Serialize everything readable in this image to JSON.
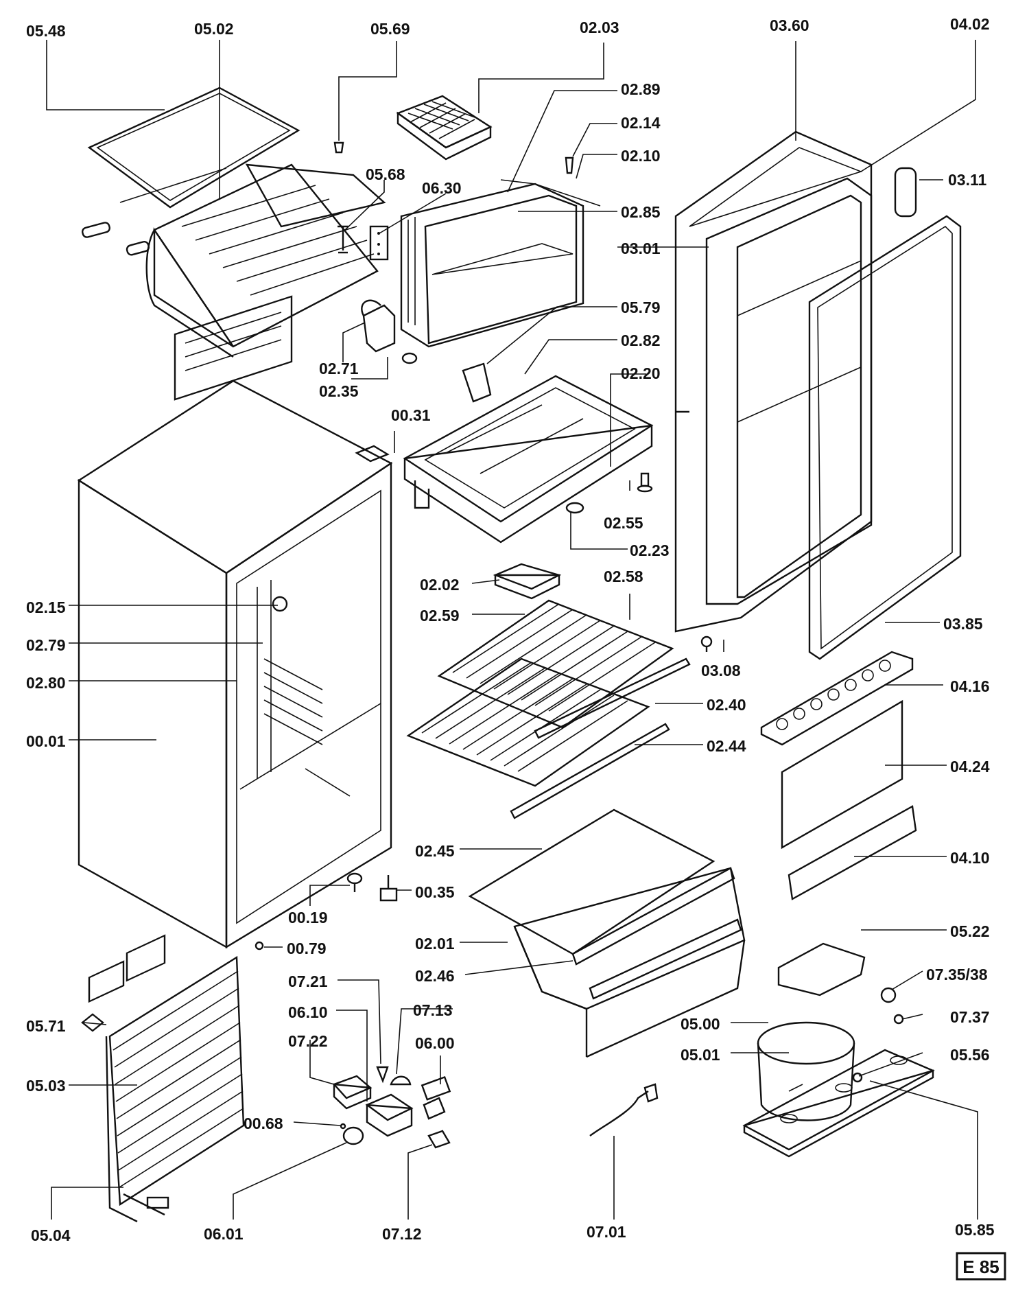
{
  "diagram_code": "E 85",
  "labels": {
    "p_05_48": "05.48",
    "p_05_02": "05.02",
    "p_05_69": "05.69",
    "p_02_03": "02.03",
    "p_03_60": "03.60",
    "p_04_02": "04.02",
    "p_02_89": "02.89",
    "p_02_14": "02.14",
    "p_02_10": "02.10",
    "p_03_11": "03.11",
    "p_05_68": "05.68",
    "p_06_30": "06.30",
    "p_02_85": "02.85",
    "p_03_01": "03.01",
    "p_05_79": "05.79",
    "p_02_82": "02.82",
    "p_02_71": "02.71",
    "p_02_35": "02.35",
    "p_02_20": "02.20",
    "p_00_31": "00.31",
    "p_02_55": "02.55",
    "p_02_23": "02.23",
    "p_02_02": "02.02",
    "p_02_58": "02.58",
    "p_02_15": "02.15",
    "p_02_59": "02.59",
    "p_03_85": "03.85",
    "p_02_79": "02.79",
    "p_03_08": "03.08",
    "p_02_80": "02.80",
    "p_04_16": "04.16",
    "p_02_40": "02.40",
    "p_00_01": "00.01",
    "p_02_44": "02.44",
    "p_04_24": "04.24",
    "p_02_45": "02.45",
    "p_04_10": "04.10",
    "p_00_35": "00.35",
    "p_00_19": "00.19",
    "p_05_22": "05.22",
    "p_02_01": "02.01",
    "p_00_79": "00.79",
    "p_02_46": "02.46",
    "p_07_35_38": "07.35/38",
    "p_07_21": "07.21",
    "p_07_13": "07.13",
    "p_06_10": "06.10",
    "p_05_00": "05.00",
    "p_07_37": "07.37",
    "p_05_71": "05.71",
    "p_07_22": "07.22",
    "p_06_00": "06.00",
    "p_05_01": "05.01",
    "p_05_56": "05.56",
    "p_05_03": "05.03",
    "p_00_68": "00.68",
    "p_05_04": "05.04",
    "p_06_01": "06.01",
    "p_07_12": "07.12",
    "p_07_01": "07.01",
    "p_05_85": "05.85"
  }
}
